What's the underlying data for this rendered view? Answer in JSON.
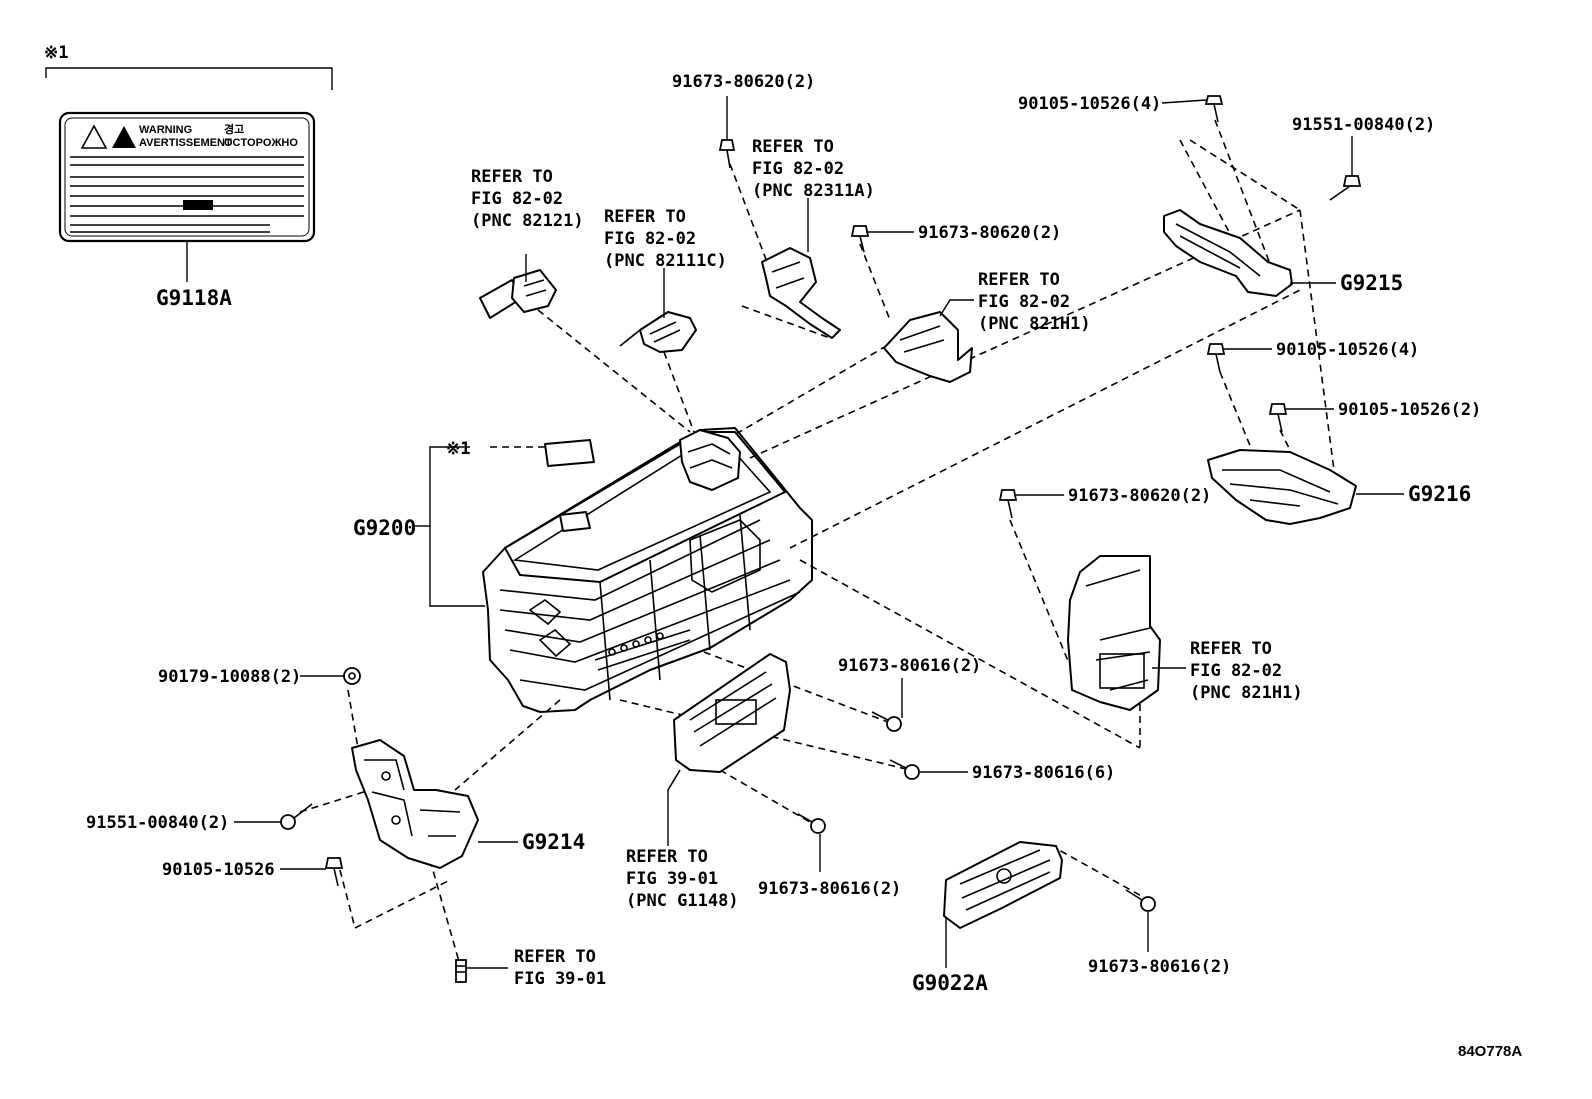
{
  "label_plate": {
    "note_mark": "※1",
    "warning_text": "WARNING",
    "avertissement_text": "AVERTISSEMENT",
    "korean_text": "경고",
    "russian_text": "OCTOPOЖHO",
    "part_code": "G9118A"
  },
  "assemblies": {
    "inverter": "G9200",
    "inverter_note": "※1",
    "bracket_upper": "G9215",
    "bracket_right": "G9216",
    "bracket_lower": "G9214",
    "cover": "G9022A"
  },
  "callouts": {
    "bolt_top_center": "91673-80620(2)",
    "bolt_top_right": "90105-10526(4)",
    "bolt_far_right": "91551-00840(2)",
    "bolt_mid_center": "91673-80620(2)",
    "bolt_right_1": "90105-10526(4)",
    "bolt_right_2": "90105-10526(2)",
    "bolt_right_3": "91673-80620(2)",
    "nut_left": "90179-10088(2)",
    "bolt_left_1": "91551-00840(2)",
    "bolt_left_2": "90105-10526",
    "bolt_center_1": "91673-80616(2)",
    "bolt_center_2": "91673-80616(6)",
    "bolt_center_3": "91673-80616(2)",
    "bolt_bottom_right": "91673-80616(2)"
  },
  "references": {
    "ref_82121": {
      "line1": "REFER TO",
      "line2": "FIG 82-02",
      "line3": "(PNC 82121)"
    },
    "ref_82111c": {
      "line1": "REFER TO",
      "line2": "FIG 82-02",
      "line3": "(PNC 82111C)"
    },
    "ref_82311a": {
      "line1": "REFER TO",
      "line2": "FIG 82-02",
      "line3": "(PNC 82311A)"
    },
    "ref_821h1_top": {
      "line1": "REFER TO",
      "line2": "FIG 82-02",
      "line3": "(PNC 821H1)"
    },
    "ref_821h1_right": {
      "line1": "REFER TO",
      "line2": "FIG 82-02",
      "line3": "(PNC 821H1)"
    },
    "ref_g1148": {
      "line1": "REFER TO",
      "line2": "FIG 39-01",
      "line3": "(PNC G1148)"
    },
    "ref_39_01": {
      "line1": "REFER TO",
      "line2": "FIG 39-01"
    }
  },
  "illustration_id": "84O778A"
}
